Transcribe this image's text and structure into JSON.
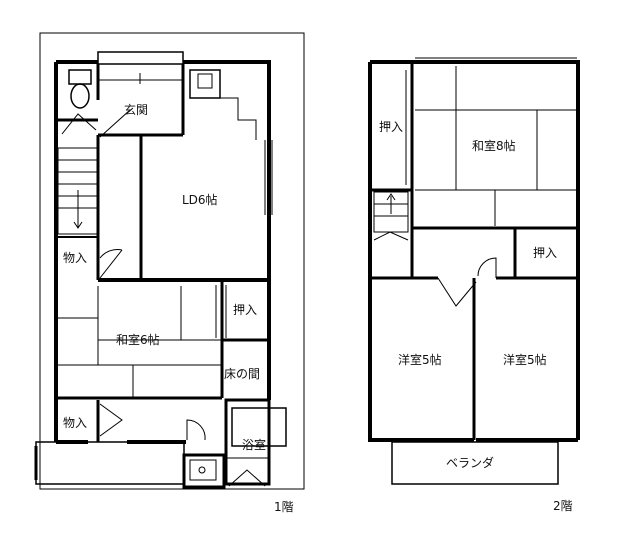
{
  "floor1": {
    "label": "1階",
    "rooms": {
      "genkan": "玄関",
      "ld": "LD6帖",
      "storage_stair": "物入",
      "washitsu": "和室6帖",
      "oshiire": "押入",
      "tokonoma": "床の間",
      "storage_bottom": "物入",
      "bath": "浴室"
    }
  },
  "floor2": {
    "label": "2階",
    "rooms": {
      "oshiire_left": "押入",
      "washitsu": "和室8帖",
      "oshiire_right": "押入",
      "youshitsu_left": "洋室5帖",
      "youshitsu_right": "洋室5帖",
      "veranda": "ベランダ"
    }
  }
}
